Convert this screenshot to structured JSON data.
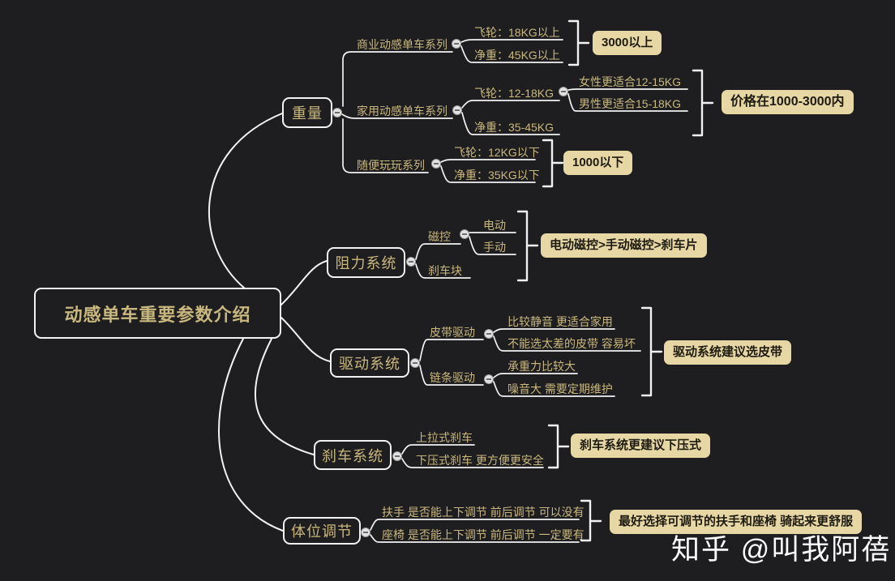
{
  "root": {
    "label": "动感单车重要参数介绍"
  },
  "branches": {
    "weight": {
      "label": "重量",
      "series": [
        {
          "label": "商业动感单车系列",
          "children": [
            {
              "label": "飞轮：18KG以上"
            },
            {
              "label": "净重：45KG以上"
            }
          ],
          "summary": "3000以上"
        },
        {
          "label": "家用动感单车系列",
          "children": [
            {
              "label": "飞轮：12-18KG",
              "children": [
                {
                  "label": "女性更适合12-15KG"
                },
                {
                  "label": "男性更适合15-18KG"
                }
              ]
            },
            {
              "label": "净重：35-45KG"
            }
          ],
          "summary": "价格在1000-3000内"
        },
        {
          "label": "随便玩玩系列",
          "children": [
            {
              "label": "飞轮：12KG以下"
            },
            {
              "label": "净重：35KG以下"
            }
          ],
          "summary": "1000以下"
        }
      ]
    },
    "resistance": {
      "label": "阻力系统",
      "children": [
        {
          "label": "磁控",
          "children": [
            {
              "label": "电动"
            },
            {
              "label": "手动"
            }
          ]
        },
        {
          "label": "刹车块"
        }
      ],
      "summary": "电动磁控>手动磁控>刹车片"
    },
    "drive": {
      "label": "驱动系统",
      "children": [
        {
          "label": "皮带驱动",
          "children": [
            {
              "label": "比较静音 更适合家用"
            },
            {
              "label": "不能选太差的皮带 容易坏"
            }
          ]
        },
        {
          "label": "链条驱动",
          "children": [
            {
              "label": "承重力比较大"
            },
            {
              "label": "噪音大 需要定期维护"
            }
          ]
        }
      ],
      "summary": "驱动系统建议选皮带"
    },
    "brake": {
      "label": "刹车系统",
      "children": [
        {
          "label": "上拉式刹车"
        },
        {
          "label": "下压式刹车 更方便更安全"
        }
      ],
      "summary": "刹车系统更建议下压式"
    },
    "position": {
      "label": "体位调节",
      "children": [
        {
          "label": "扶手 是否能上下调节 前后调节 可以没有"
        },
        {
          "label": "座椅 是否能上下调节 前后调节 一定要有"
        }
      ],
      "summary": "最好选择可调节的扶手和座椅 骑起来更舒服"
    }
  },
  "watermark": "知乎 @叫我阿蓓",
  "colors": {
    "background": "#1e1e20",
    "topic_text": "#c9b87e",
    "line": "#f2f2f2",
    "summary_background": "#e7d7a4",
    "summary_text": "#1d1a10"
  }
}
